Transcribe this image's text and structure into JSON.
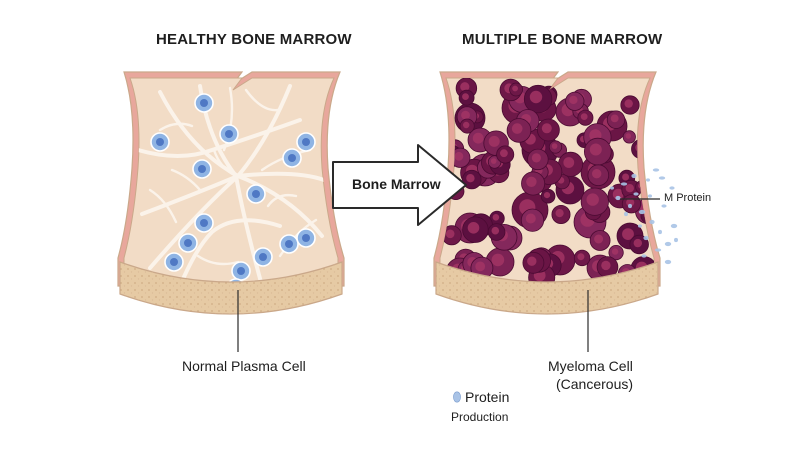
{
  "titles": {
    "left": "HEALTHY BONE MARROW",
    "right": "MULTIPLE BONE MARROW"
  },
  "arrow": {
    "label": "Bone Marrow"
  },
  "labels": {
    "normal_plasma_cell": "Normal Plasma Cell",
    "m_protein": "M Protein",
    "myeloma_cell_line1": "Myeloma Cell",
    "myeloma_cell_line2": "(Cancerous)"
  },
  "legend": {
    "protein": "Protein",
    "production": "Production"
  },
  "colors": {
    "marrow_fill": "#f2dcc6",
    "marrow_outline": "#caa88a",
    "cortex_pink": "#e8a79c",
    "trabecula": "#fbf3ea",
    "plasma_cell": "#8fb4e4",
    "plasma_nucleus": "#4f78c4",
    "myeloma_cell": "#6e1848",
    "myeloma_nucleus": "#a23464",
    "bone_band": "#e6caa4",
    "protein_dot": "#a9c3e6"
  }
}
